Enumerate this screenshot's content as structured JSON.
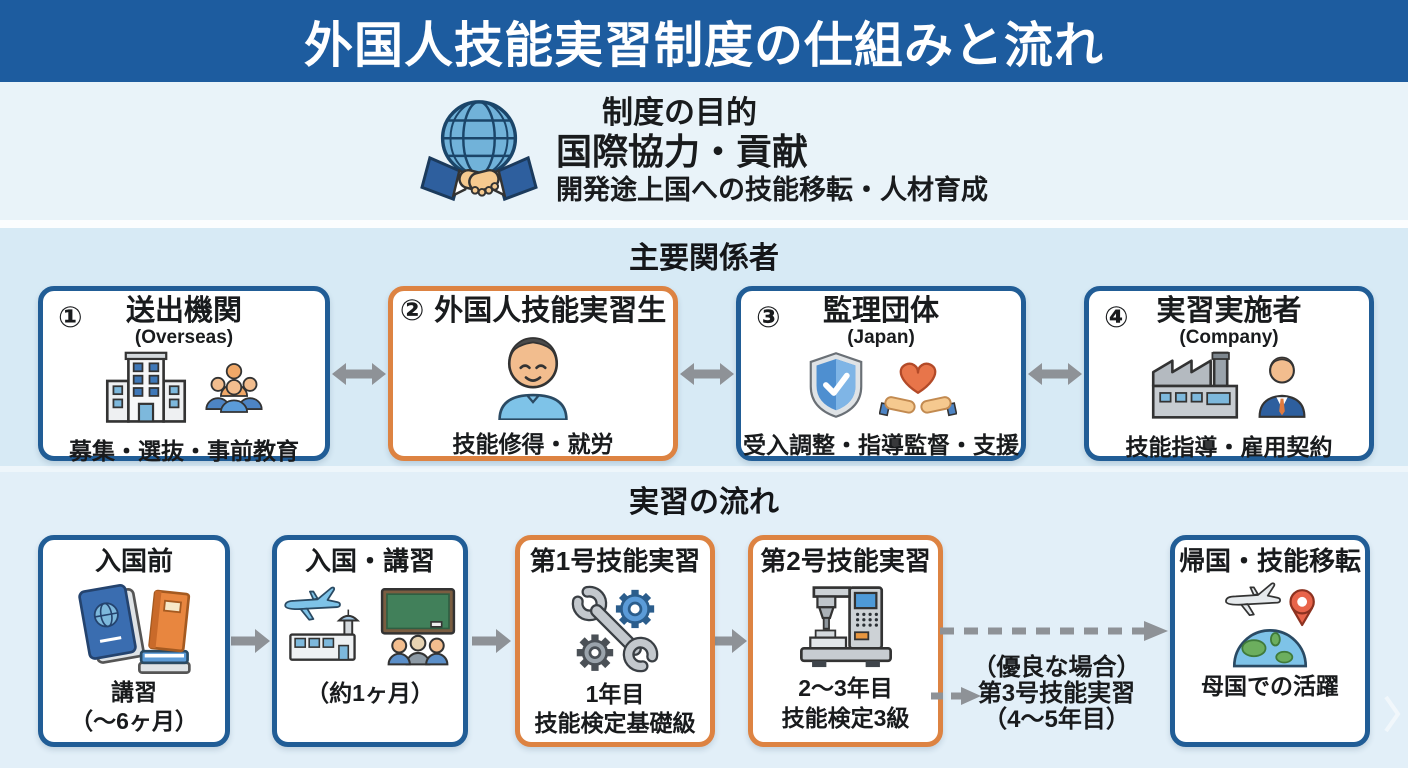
{
  "title": "外国人技能実習制度の仕組みと流れ",
  "purpose": {
    "heading": "制度の目的",
    "main": "国際協力・貢献",
    "sub": "開発途上国への技能移転・人材育成",
    "icon": "globe-handshake-icon"
  },
  "stakeholders": {
    "heading": "主要関係者",
    "items": [
      {
        "number": "①",
        "name": "送出機関",
        "subtitle": "(Overseas)",
        "description": "募集・選抜・事前教育",
        "accent": "blue",
        "icons": [
          "building-icon",
          "people-group-icon"
        ]
      },
      {
        "number": "②",
        "name": "外国人技能実習生",
        "subtitle": "",
        "description": "技能修得・就労",
        "accent": "orange",
        "icons": [
          "trainee-person-icon"
        ]
      },
      {
        "number": "③",
        "name": "監理団体",
        "subtitle": "(Japan)",
        "description": "受入調整・指導監督・支援",
        "accent": "blue",
        "icons": [
          "shield-check-icon",
          "hands-heart-icon"
        ]
      },
      {
        "number": "④",
        "name": "実習実施者",
        "subtitle": "(Company)",
        "description": "技能指導・雇用契約",
        "accent": "blue",
        "icons": [
          "factory-icon",
          "businessman-icon"
        ]
      }
    ]
  },
  "flow": {
    "heading": "実習の流れ",
    "steps": [
      {
        "title": "入国前",
        "line1": "講習",
        "line2": "（〜6ヶ月）",
        "accent": "blue",
        "icons": [
          "passport-books-icon"
        ]
      },
      {
        "title": "入国・講習",
        "line1": "（約1ヶ月）",
        "line2": "",
        "accent": "blue",
        "icons": [
          "airport-plane-icon",
          "classroom-icon"
        ]
      },
      {
        "title": "第1号技能実習",
        "line1": "1年目",
        "line2": "技能検定基礎級",
        "accent": "orange",
        "icons": [
          "wrench-gears-icon"
        ]
      },
      {
        "title": "第2号技能実習",
        "line1": "2〜3年目",
        "line2": "技能検定3級",
        "accent": "orange",
        "icons": [
          "milling-machine-icon"
        ]
      },
      {
        "title": "帰国・技能移転",
        "line1": "母国での活躍",
        "line2": "",
        "accent": "blue",
        "icons": [
          "return-home-globe-icon"
        ]
      }
    ],
    "optional_path": {
      "note": "（優良な場合）",
      "name": "第3号技能実習",
      "period": "（4〜5年目）"
    }
  },
  "colors": {
    "title_bar": "#1d5c9f",
    "purpose_bg": "#e9f3f9",
    "stakeholders_bg": "#d7eaf5",
    "flow_bg": "#e2eff8",
    "box_border_blue": "#215d96",
    "box_border_orange": "#dd8342",
    "arrow_gray": "#8e9297"
  }
}
